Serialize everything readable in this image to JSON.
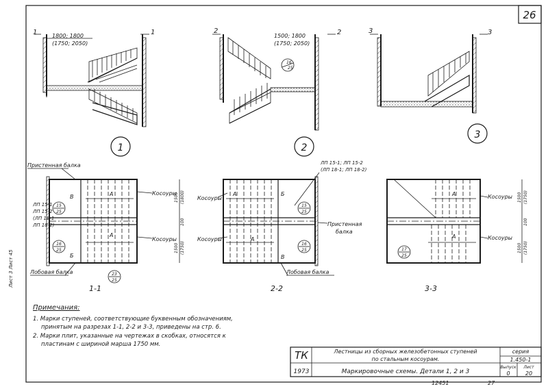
{
  "sheet_number": "26",
  "sections": {
    "s1": {
      "cut_label": "1",
      "dims": "1800; 1800",
      "dims_alt": "(1750; 2050)",
      "circle_label": "1"
    },
    "s2": {
      "cut_label": "2",
      "dims": "1500; 1800",
      "dims_alt": "(1750; 2050)",
      "circle_label": "2",
      "ref_top": "16",
      "ref_bottom": "25"
    },
    "s3": {
      "cut_label": "3",
      "circle_label": "3"
    }
  },
  "plans": {
    "p1": {
      "title": "1-1",
      "beam_top": "Пристенная балка",
      "plate_labels": [
        "ЛП 15-1",
        "ЛП 15-2",
        "(ЛП 18-1",
        "ЛП 18-2)"
      ],
      "stringers_top": "Косоуры",
      "stringers_bottom": "Косоуры",
      "beam_bottom": "Лобовая балка",
      "step_a_top": "А",
      "step_a_bottom": "А",
      "step_b_top": "В",
      "step_b_bottom": "Б",
      "ref_upper": [
        "15",
        "25"
      ],
      "ref_lower": [
        "16",
        "25"
      ],
      "ref_bottom": [
        "23",
        "25"
      ],
      "dim_top": "1500",
      "dim_top_alt": "(1800)",
      "dim_mid": "100",
      "dim_bottom": "1500",
      "dim_bottom_alt": "(1750)"
    },
    "p2": {
      "title": "2-2",
      "plate_labels_top": [
        "ЛП 15-1; ЛП 15-2",
        "(ЛП 18-1; ЛП 18-2)"
      ],
      "stringers_top": "Косоуры",
      "stringers_bottom": "Косоуры",
      "beam_right": [
        "Пристенная",
        "балка"
      ],
      "beam_bottom": "Лобовая балка",
      "step_a_top": "А",
      "step_a_bottom": "А",
      "step_b_top": "Б",
      "step_b_bottom": "В",
      "ref_upper": [
        "15",
        "25"
      ],
      "ref_lower": [
        "16",
        "25"
      ]
    },
    "p3": {
      "title": "3-3",
      "stringers_top": "Косоуры",
      "stringers_bottom": "Косоуры",
      "step_a_top": "А",
      "step_a_bottom": "А",
      "ref": [
        "17",
        "25"
      ],
      "dim_top": "1500",
      "dim_top_alt": "(1750)",
      "dim_mid": "100",
      "dim_bottom": "1500",
      "dim_bottom_alt": "(1750)"
    }
  },
  "notes": {
    "heading": "Примечания:",
    "lines": [
      "1. Марки ступеней, соответствующие буквенным обозначениям,",
      "принятым на разрезах 1-1, 2-2 и 3-3, приведены на стр. 6.",
      "2. Марки плит, указанные на чертежах в скобках, относятся к",
      "пластинам с шириной марша 1750 мм."
    ]
  },
  "title_block": {
    "org": "ТК",
    "year": "1973",
    "title_line1": "Лестницы из сборных железобетонных ступеней",
    "title_line2": "по стальным косоурам.",
    "subtitle": "Маркировочные схемы. Детали 1, 2 и 3",
    "series_label": "серия",
    "series_value": "1.450-1",
    "issue_label": "Выпуск",
    "issue_value": "0",
    "sheet_label": "Лист",
    "sheet_value": "20",
    "footer_left": "12451",
    "footer_right": "27"
  },
  "margin_note": "Лист 3 Лист 45"
}
